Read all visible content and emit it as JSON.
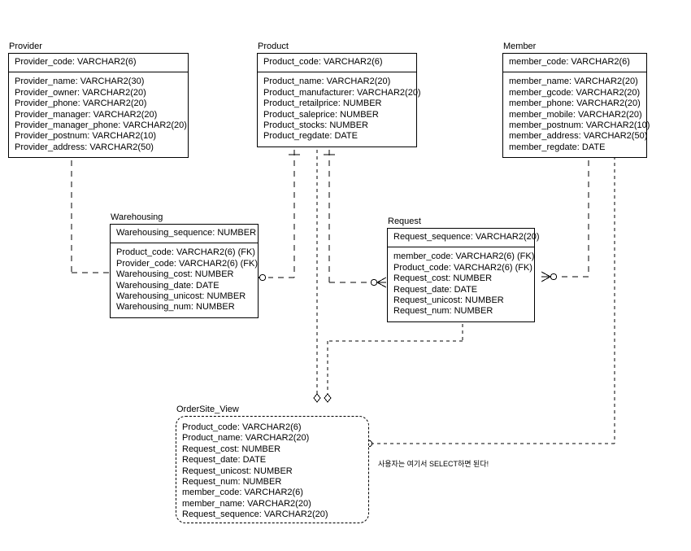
{
  "diagram": {
    "type": "entity-relationship-diagram",
    "notation": "crow's-foot (IE)",
    "background": "#ffffff",
    "line_color": "#000000"
  },
  "entities": [
    {
      "id": "provider",
      "name": "Provider",
      "kind": "table",
      "pk": [
        "Provider_code: VARCHAR2(6)"
      ],
      "attributes": [
        "Provider_name: VARCHAR2(30)",
        "Provider_owner: VARCHAR2(20)",
        "Provider_phone: VARCHAR2(20)",
        "Provider_manager: VARCHAR2(20)",
        "Provider_manager_phone: VARCHAR2(20)",
        "Provider_postnum: VARCHAR2(10)",
        "Provider_address: VARCHAR2(50)"
      ]
    },
    {
      "id": "product",
      "name": "Product",
      "kind": "table",
      "pk": [
        "Product_code: VARCHAR2(6)"
      ],
      "attributes": [
        "Product_name: VARCHAR2(20)",
        "Product_manufacturer: VARCHAR2(20)",
        "Product_retailprice: NUMBER",
        "Product_saleprice: NUMBER",
        "Product_stocks: NUMBER",
        "Product_regdate: DATE"
      ]
    },
    {
      "id": "member",
      "name": "Member",
      "kind": "table",
      "pk": [
        "member_code: VARCHAR2(6)"
      ],
      "attributes": [
        "member_name: VARCHAR2(20)",
        "member_gcode: VARCHAR2(20)",
        "member_phone: VARCHAR2(20)",
        "member_mobile: VARCHAR2(20)",
        "member_postnum: VARCHAR2(10)",
        "member_address: VARCHAR2(50)",
        "member_regdate: DATE"
      ]
    },
    {
      "id": "warehousing",
      "name": "Warehousing",
      "kind": "table",
      "pk": [
        "Warehousing_sequence: NUMBER"
      ],
      "attributes": [
        "Product_code: VARCHAR2(6) (FK)",
        "Provider_code: VARCHAR2(6) (FK)",
        "Warehousing_cost: NUMBER",
        "Warehousing_date: DATE",
        "Warehousing_unicost: NUMBER",
        "Warehousing_num: NUMBER"
      ]
    },
    {
      "id": "request",
      "name": "Request",
      "kind": "table",
      "pk": [
        "Request_sequence: VARCHAR2(20)"
      ],
      "attributes": [
        "member_code: VARCHAR2(6) (FK)",
        "Product_code: VARCHAR2(6) (FK)",
        "Request_cost: NUMBER",
        "Request_date: DATE",
        "Request_unicost: NUMBER",
        "Request_num: NUMBER"
      ]
    },
    {
      "id": "ordersite_view",
      "name": "OrderSite_View",
      "kind": "view",
      "pk": [],
      "attributes": [
        "Product_code: VARCHAR2(6)",
        "Product_name: VARCHAR2(20)",
        "Request_cost: NUMBER",
        "Request_date: DATE",
        "Request_unicost: NUMBER",
        "Request_num: NUMBER",
        "member_code: VARCHAR2(6)",
        "member_name: VARCHAR2(20)",
        "Request_sequence: VARCHAR2(20)"
      ]
    }
  ],
  "relationships": [
    {
      "id": "provider-warehousing",
      "from": "Provider",
      "to": "Warehousing",
      "style": "dashed",
      "from_cardinality": "one",
      "to_cardinality": "zero-or-many"
    },
    {
      "id": "product-warehousing",
      "from": "Product",
      "to": "Warehousing",
      "style": "dashed",
      "from_cardinality": "one",
      "to_cardinality": "zero-or-many"
    },
    {
      "id": "product-request",
      "from": "Product",
      "to": "Request",
      "style": "dashed",
      "from_cardinality": "one",
      "to_cardinality": "zero-or-many"
    },
    {
      "id": "member-request",
      "from": "Member",
      "to": "Request",
      "style": "dashed",
      "from_cardinality": "one",
      "to_cardinality": "zero-or-many"
    },
    {
      "id": "product-ordersiteview",
      "from": "Product",
      "to": "OrderSite_View",
      "style": "dashed",
      "to_cardinality": "diamond"
    },
    {
      "id": "request-ordersiteview",
      "from": "Request",
      "to": "OrderSite_View",
      "style": "dashed",
      "to_cardinality": "diamond"
    },
    {
      "id": "member-ordersiteview",
      "from": "Member",
      "to": "OrderSite_View",
      "style": "dashed",
      "to_cardinality": "circle"
    }
  ],
  "annotations": [
    {
      "id": "select-note",
      "text": "사용자는 여기서 SELECT하면 된다!"
    }
  ]
}
